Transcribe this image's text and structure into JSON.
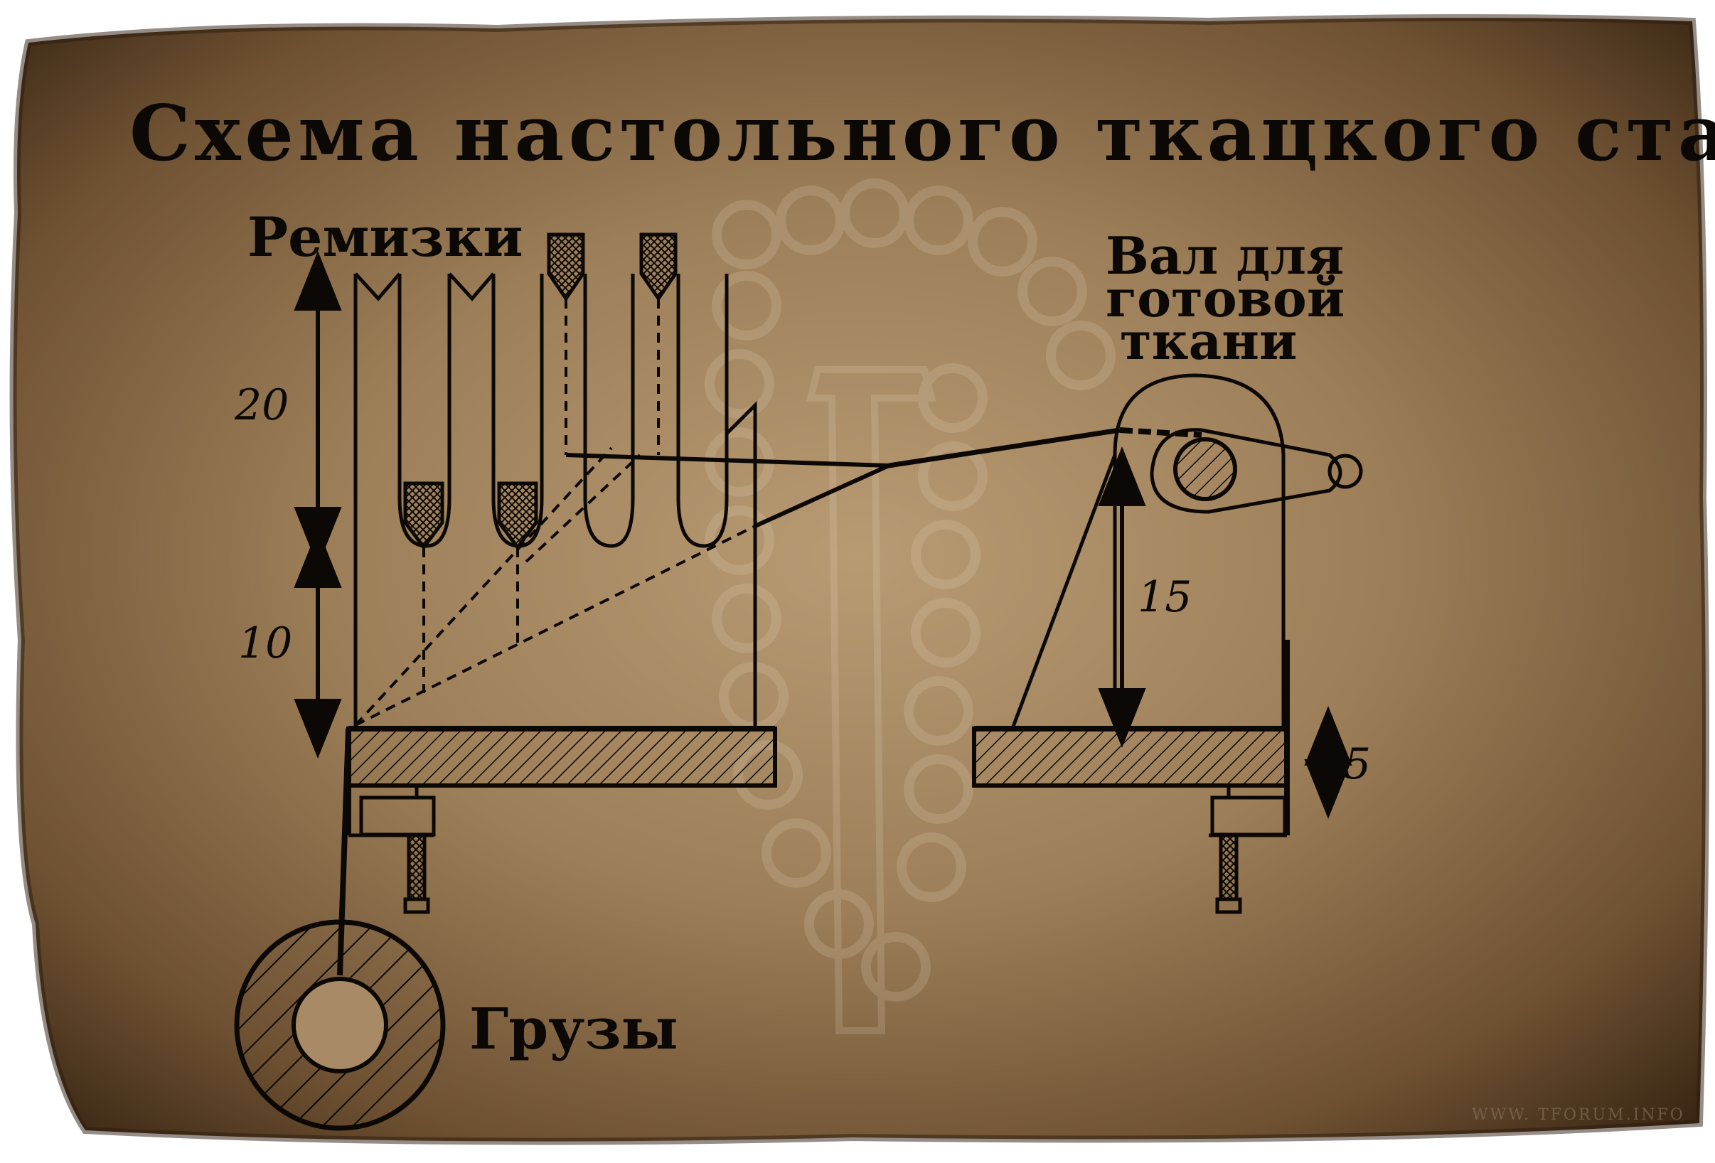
{
  "diagram": {
    "title": "Схема настольного ткацкого станка.",
    "labels": {
      "heddles": "Ремизки",
      "cloth_beam_line1": "Вал для",
      "cloth_beam_line2": "готовой",
      "cloth_beam_line3": "ткани",
      "weights": "Грузы"
    },
    "dimensions": {
      "heddle_travel": "20",
      "lower_gap": "10",
      "beam_height": "15",
      "board_thickness": "5"
    },
    "watermark": "WWW. TFORUM.INFO",
    "colors": {
      "paper_light": "#a88b66",
      "paper_mid": "#7e6042",
      "paper_dark": "#3b2714",
      "ink": "#0b0805",
      "background": "#ffffff"
    }
  }
}
